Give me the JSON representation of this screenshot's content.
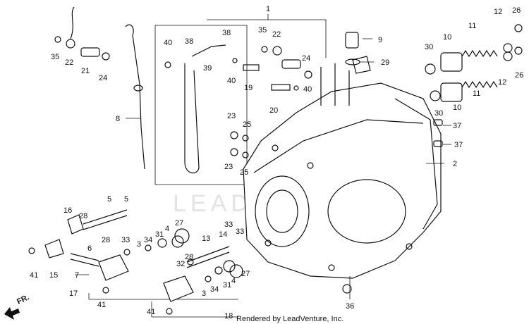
{
  "watermark": "LEADVENTURE",
  "footer": "Rendered by LeadVenture, Inc.",
  "direction_label": "FR.",
  "callouts": [
    "1",
    "2",
    "3",
    "4",
    "5",
    "6",
    "7",
    "8",
    "9",
    "10",
    "11",
    "12",
    "13",
    "14",
    "15",
    "16",
    "17",
    "18",
    "19",
    "20",
    "21",
    "22",
    "23",
    "24",
    "25",
    "26",
    "27",
    "28",
    "29",
    "30",
    "31",
    "32",
    "33",
    "34",
    "35",
    "36",
    "37",
    "38",
    "39",
    "40",
    "41"
  ],
  "callout_labels": [
    {
      "text": "1"
    },
    {
      "text": "35"
    },
    {
      "text": "22"
    },
    {
      "text": "24"
    },
    {
      "text": "9"
    },
    {
      "text": "29"
    },
    {
      "text": "40"
    },
    {
      "text": "38"
    },
    {
      "text": "38"
    },
    {
      "text": "39"
    },
    {
      "text": "40"
    },
    {
      "text": "19"
    },
    {
      "text": "20"
    },
    {
      "text": "40"
    },
    {
      "text": "35"
    },
    {
      "text": "22"
    },
    {
      "text": "21"
    },
    {
      "text": "24"
    },
    {
      "text": "8"
    },
    {
      "text": "23"
    },
    {
      "text": "25"
    },
    {
      "text": "23"
    },
    {
      "text": "25"
    },
    {
      "text": "12"
    },
    {
      "text": "26"
    },
    {
      "text": "11"
    },
    {
      "text": "10"
    },
    {
      "text": "30"
    },
    {
      "text": "12"
    },
    {
      "text": "26"
    },
    {
      "text": "11"
    },
    {
      "text": "10"
    },
    {
      "text": "30"
    },
    {
      "text": "37"
    },
    {
      "text": "37"
    },
    {
      "text": "2"
    },
    {
      "text": "5"
    },
    {
      "text": "5"
    },
    {
      "text": "16"
    },
    {
      "text": "28"
    },
    {
      "text": "28"
    },
    {
      "text": "41"
    },
    {
      "text": "15"
    },
    {
      "text": "6"
    },
    {
      "text": "7"
    },
    {
      "text": "17"
    },
    {
      "text": "41"
    },
    {
      "text": "33"
    },
    {
      "text": "3"
    },
    {
      "text": "34"
    },
    {
      "text": "31"
    },
    {
      "text": "4"
    },
    {
      "text": "27"
    },
    {
      "text": "13"
    },
    {
      "text": "14"
    },
    {
      "text": "33"
    },
    {
      "text": "33"
    },
    {
      "text": "28"
    },
    {
      "text": "32"
    },
    {
      "text": "3"
    },
    {
      "text": "34"
    },
    {
      "text": "31"
    },
    {
      "text": "4"
    },
    {
      "text": "27"
    },
    {
      "text": "41"
    },
    {
      "text": "18"
    },
    {
      "text": "36"
    }
  ]
}
